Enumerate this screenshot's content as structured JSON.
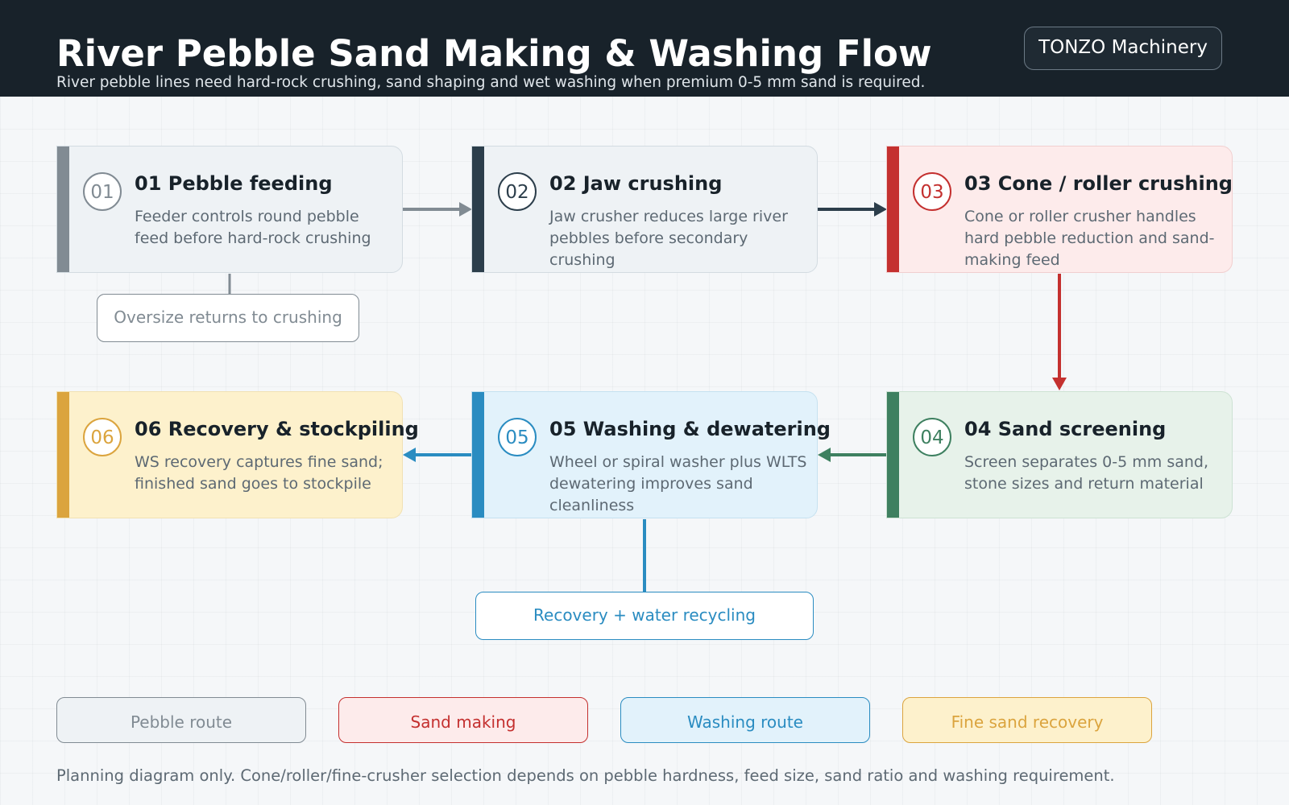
{
  "header": {
    "title": "River Pebble Sand Making & Washing Flow",
    "subtitle": "River pebble lines need hard-rock crushing, sand shaping and wet washing when premium 0-5 mm sand is required.",
    "brand": "TONZO Machinery"
  },
  "colors": {
    "pebble": "#818b93",
    "jaw": "#2c3e4b",
    "sand_making": "#c4302f",
    "screening": "#3e8060",
    "washing": "#2a8cc1",
    "recovery": "#dba43e"
  },
  "steps": [
    {
      "number": "01",
      "title": "01 Pebble feeding",
      "description": "Feeder controls round pebble feed before hard-rock crushing"
    },
    {
      "number": "02",
      "title": "02 Jaw crushing",
      "description": "Jaw crusher reduces large river pebbles before secondary crushing"
    },
    {
      "number": "03",
      "title": "03 Cone / roller crushing",
      "description": "Cone or roller crusher handles hard pebble reduction and sand-making feed"
    },
    {
      "number": "04",
      "title": "04 Sand screening",
      "description": "Screen separates 0-5 mm sand, stone sizes and return material"
    },
    {
      "number": "05",
      "title": "05 Washing & dewatering",
      "description": "Wheel or spiral washer plus WLTS dewatering improves sand cleanliness"
    },
    {
      "number": "06",
      "title": "06 Recovery & stockpiling",
      "description": "WS recovery captures fine sand; finished sand goes to stockpile"
    }
  ],
  "notes": {
    "oversize": "Oversize returns to crushing",
    "recycling": "Recovery + water recycling"
  },
  "legend": [
    "Pebble route",
    "Sand making",
    "Washing route",
    "Fine sand recovery"
  ],
  "footer": "Planning diagram only. Cone/roller/fine-crusher selection depends on pebble hardness, feed size, sand ratio and washing requirement."
}
